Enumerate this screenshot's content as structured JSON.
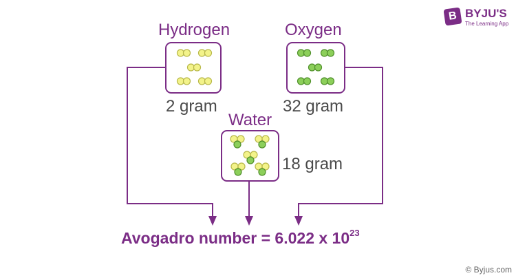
{
  "hydrogen": {
    "title": "Hydrogen",
    "mass": "2 gram"
  },
  "oxygen": {
    "title": "Oxygen",
    "mass": "32 gram"
  },
  "water": {
    "title": "Water",
    "mass": "18 gram"
  },
  "formula": {
    "text": "Avogadro number = 6.022 x 10",
    "exponent": "23"
  },
  "logo": {
    "mark": "B",
    "name": "BYJU'S",
    "tagline": "The Learning App"
  },
  "copyright": "© Byjus.com",
  "colors": {
    "purple": "#7b2d86",
    "hydrogen_atom": "#f3f38a",
    "hydrogen_atom_stroke": "#b8b84a",
    "oxygen_atom": "#8ccf5a",
    "oxygen_atom_stroke": "#4f8f2a"
  }
}
